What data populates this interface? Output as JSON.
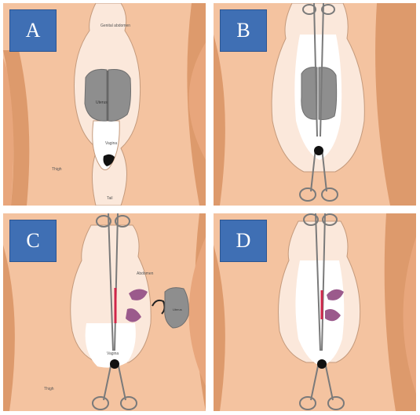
{
  "panels": {
    "a": {
      "letter": "A",
      "labels": {
        "genital": "Genital abdomen",
        "uterus": "Uterus",
        "vagina": "Vagina",
        "thigh": "Thigh",
        "tail": "Tail"
      }
    },
    "b": {
      "letter": "B"
    },
    "c": {
      "letter": "C",
      "labels": {
        "abdomen": "Abdomen",
        "uterus": "Uterus",
        "vagina": "Vagina",
        "thigh": "Thigh"
      }
    },
    "d": {
      "letter": "D"
    }
  },
  "colors": {
    "skin": "#f4c3a0",
    "skin_shadow": "#e8a67c",
    "stripe": "#dd9a6c",
    "inner_field": "#fbe8db",
    "white_field": "#ffffff",
    "organ": "#8e8e8e",
    "ovary": "#9b5a8c",
    "suture": "#d0264a",
    "badge": "#3f6fb4"
  }
}
